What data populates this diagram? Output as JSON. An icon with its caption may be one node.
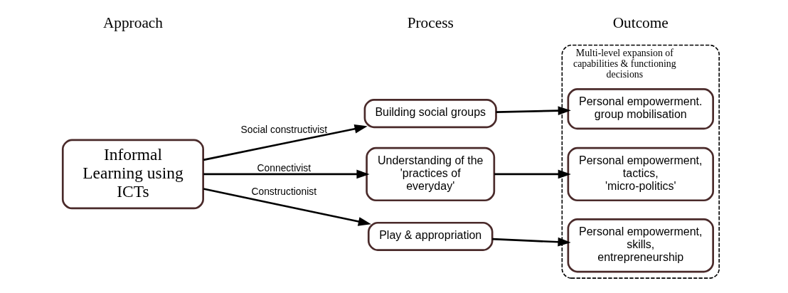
{
  "diagram": {
    "nodes": [
      {
        "text": [
          "Informal Learning using ICTs"
        ]
      },
      {
        "text": [
          "Building social groups"
        ]
      },
      {
        "text": [
          "Understanding of the 'practices of everyday'"
        ]
      },
      {
        "text": [
          "Play & appropriation"
        ]
      },
      {
        "text": [
          "Multi-level expansion of capabilities & functioning decisions"
        ]
      },
      {
        "text": [
          "Personal empowerment. group mobilisation"
        ],
        "in": 4
      },
      {
        "text": [
          "Personal empowerment, tactics, 'micro-politics'"
        ],
        "in": 4
      },
      {
        "text": [
          "Personal empowerment, skills, entrepreneurship"
        ],
        "in": 4
      }
    ],
    "edges": [
      {
        "from": 0,
        "to": 1,
        "arrow": "to",
        "label": "Social constructivist"
      },
      {
        "from": 0,
        "to": 2,
        "arrow": "to",
        "label": "Connectivist"
      },
      {
        "from": 0,
        "to": 3,
        "arrow": "to",
        "label": "Constructionist"
      },
      {
        "from": 1,
        "to": 5,
        "arrow": "to"
      },
      {
        "from": 2,
        "to": 6,
        "arrow": "to"
      },
      {
        "from": 3,
        "to": 7,
        "arrow": "to"
      }
    ],
    "labels": [
      "Approach",
      "Process",
      "Outcome"
    ]
  }
}
